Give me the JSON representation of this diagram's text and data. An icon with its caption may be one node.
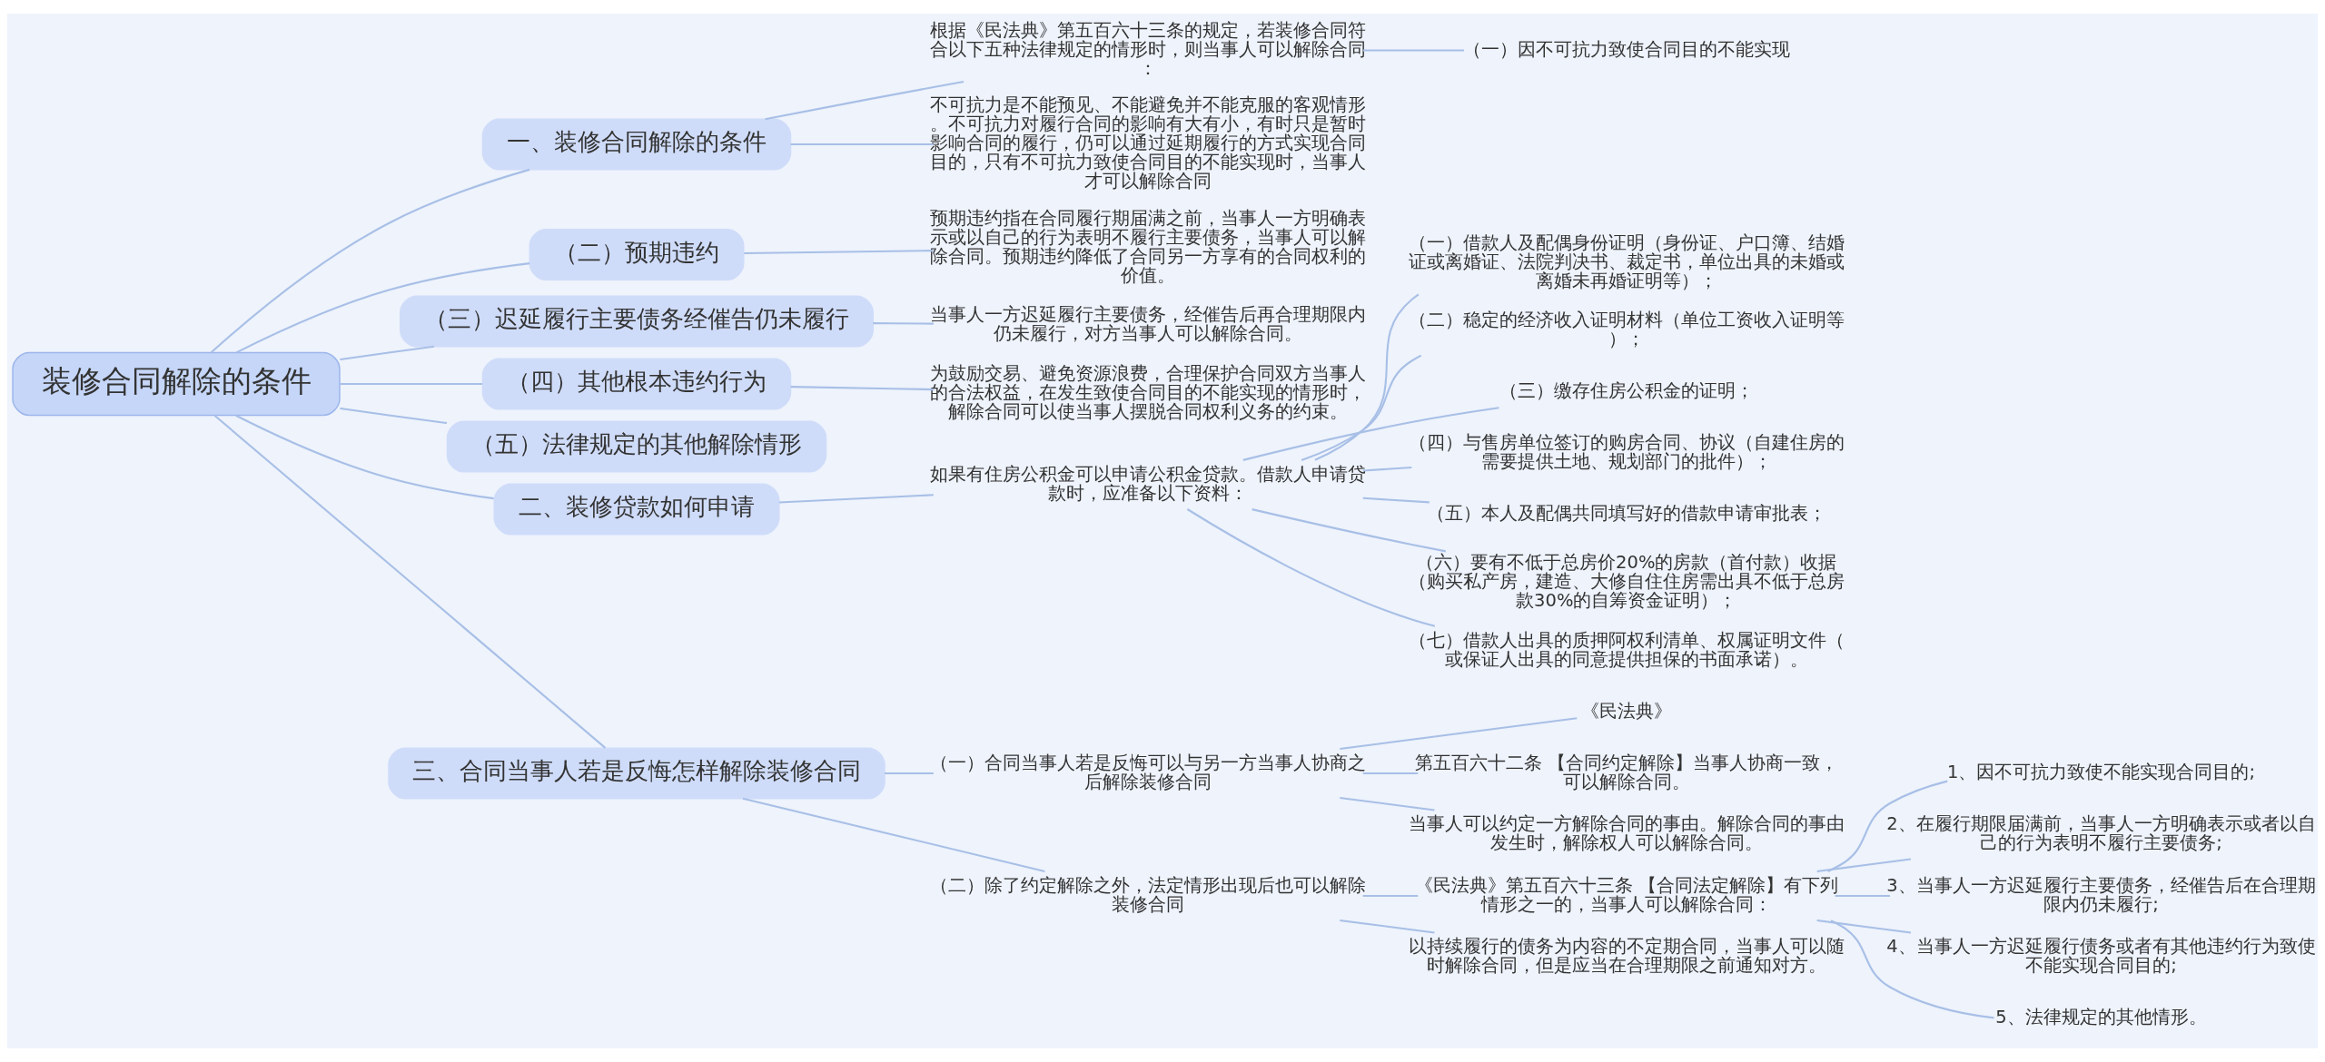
{
  "diagram": {
    "nodes": [
      {
        "text": [
          "装修合同解除的条件"
        ]
      },
      {
        "text": [
          "一、装修合同解除的条件"
        ]
      },
      {
        "text": [
          "根据《民法典》第五百六十三条的规定，若装修合同符合以下五种法律规定的情形时，则当事人可以解除合同："
        ]
      },
      {
        "text": [
          "（一）因不可抗力致使合同目的不能实现"
        ]
      },
      {
        "text": [
          "不可抗力是不能预见、不能避免并不能克服的客观情形。不可抗力对履行合同的影响有大有小，有时只是暂时影响合同的履行，仍可以通过延期履行的方式实现合同目的，只有不可抗力致使合同目的不能实现时，当事人才可以解除合同"
        ]
      },
      {
        "text": [
          "（二）预期违约"
        ]
      },
      {
        "text": [
          "预期违约指在合同履行期届满之前，当事人一方明确表示或以自己的行为表明不履行主要债务，当事人可以解除合同。预期违约降低了合同另一方享有的合同权利的价值。"
        ]
      },
      {
        "text": [
          "（三）迟延履行主要债务经催告仍未履行"
        ]
      },
      {
        "text": [
          "当事人一方迟延履行主要债务，经催告后再合理期限内仍未履行，对方当事人可以解除合同。"
        ]
      },
      {
        "text": [
          "（四）其他根本违约行为"
        ]
      },
      {
        "text": [
          "为鼓励交易、避免资源浪费，合理保护合同双方当事人的合法权益，在发生致使合同目的不能实现的情形时，解除合同可以使当事人摆脱合同权利义务的约束。"
        ]
      },
      {
        "text": [
          "（五）法律规定的其他解除情形"
        ]
      },
      {
        "text": [
          "二、装修贷款如何申请"
        ]
      },
      {
        "text": [
          "如果有住房公积金可以申请公积金贷款。借款人申请贷款时，应准备以下资料："
        ]
      },
      {
        "text": [
          "（一）借款人及配偶身份证明（身份证、户口簿、结婚证或离婚证、法院判决书、裁定书，单位出具的未婚或离婚未再婚证明等）；"
        ]
      },
      {
        "text": [
          "（二）稳定的经济收入证明材料（单位工资收入证明等）；"
        ]
      },
      {
        "text": [
          "（三）缴存住房公积金的证明；"
        ]
      },
      {
        "text": [
          "（四）与售房单位签订的购房合同、协议（自建住房的需要提供土地、规划部门的批件）；"
        ]
      },
      {
        "text": [
          "（五）本人及配偶共同填写好的借款申请审批表；"
        ]
      },
      {
        "text": [
          "（六）要有不低于总房价20%的房款（首付款）收据（购买私产房，建造、大修自住住房需出具不低于总房款30%的自筹资金证明）；"
        ]
      },
      {
        "text": [
          "（七）借款人出具的质押阿权利清单、权属证明文件（或保证人出具的同意提供担保的书面承诺）。"
        ]
      },
      {
        "text": [
          "三、合同当事人若是反悔怎样解除装修合同"
        ]
      },
      {
        "text": [
          "（一）合同当事人若是反悔可以与另一方当事人协商之后解除装修合同"
        ]
      },
      {
        "text": [
          "《民法典》"
        ]
      },
      {
        "text": [
          "第五百六十二条 【合同约定解除】当事人协商一致，可以解除合同。"
        ]
      },
      {
        "text": [
          "当事人可以约定一方解除合同的事由。解除合同的事由发生时，解除权人可以解除合同。"
        ]
      },
      {
        "text": [
          "（二）除了约定解除之外，法定情形出现后也可以解除装修合同"
        ]
      },
      {
        "text": [
          "《民法典》第五百六十三条 【合同法定解除】有下列情形之一的，当事人可以解除合同："
        ]
      },
      {
        "text": [
          "1、因不可抗力致使不能实现合同目的;"
        ]
      },
      {
        "text": [
          "2、在履行期限届满前，当事人一方明确表示或者以自己的行为表明不履行主要债务;"
        ]
      },
      {
        "text": [
          "3、当事人一方迟延履行主要债务，经催告后在合理期限内仍未履行;"
        ]
      },
      {
        "text": [
          "4、当事人一方迟延履行债务或者有其他违约行为致使不能实现合同目的;"
        ]
      },
      {
        "text": [
          "5、法律规定的其他情形。"
        ]
      },
      {
        "text": [
          "以持续履行的债务为内容的不定期合同，当事人可以随时解除合同，但是应当在合理期限之前通知对方。"
        ]
      }
    ],
    "edges": [
      {
        "from": 0,
        "to": 1,
        "arrow": "none"
      },
      {
        "from": 1,
        "to": 2,
        "arrow": "none"
      },
      {
        "from": 2,
        "to": 3,
        "arrow": "none"
      },
      {
        "from": 1,
        "to": 4,
        "arrow": "none"
      },
      {
        "from": 0,
        "to": 5,
        "arrow": "none"
      },
      {
        "from": 5,
        "to": 6,
        "arrow": "none"
      },
      {
        "from": 0,
        "to": 7,
        "arrow": "none"
      },
      {
        "from": 7,
        "to": 8,
        "arrow": "none"
      },
      {
        "from": 0,
        "to": 9,
        "arrow": "none"
      },
      {
        "from": 9,
        "to": 10,
        "arrow": "none"
      },
      {
        "from": 0,
        "to": 11,
        "arrow": "none"
      },
      {
        "from": 0,
        "to": 12,
        "arrow": "none"
      },
      {
        "from": 12,
        "to": 13,
        "arrow": "none"
      },
      {
        "from": 13,
        "to": 14,
        "arrow": "none"
      },
      {
        "from": 13,
        "to": 15,
        "arrow": "none"
      },
      {
        "from": 13,
        "to": 16,
        "arrow": "none"
      },
      {
        "from": 13,
        "to": 17,
        "arrow": "none"
      },
      {
        "from": 13,
        "to": 18,
        "arrow": "none"
      },
      {
        "from": 13,
        "to": 19,
        "arrow": "none"
      },
      {
        "from": 13,
        "to": 20,
        "arrow": "none"
      },
      {
        "from": 0,
        "to": 21,
        "arrow": "none"
      },
      {
        "from": 21,
        "to": 22,
        "arrow": "none"
      },
      {
        "from": 22,
        "to": 23,
        "arrow": "none"
      },
      {
        "from": 22,
        "to": 24,
        "arrow": "none"
      },
      {
        "from": 22,
        "to": 25,
        "arrow": "none"
      },
      {
        "from": 21,
        "to": 26,
        "arrow": "none"
      },
      {
        "from": 26,
        "to": 27,
        "arrow": "none"
      },
      {
        "from": 27,
        "to": 28,
        "arrow": "none"
      },
      {
        "from": 27,
        "to": 29,
        "arrow": "none"
      },
      {
        "from": 27,
        "to": 30,
        "arrow": "none"
      },
      {
        "from": 27,
        "to": 31,
        "arrow": "none"
      },
      {
        "from": 27,
        "to": 32,
        "arrow": "none"
      },
      {
        "from": 26,
        "to": 33,
        "arrow": "none"
      }
    ]
  }
}
